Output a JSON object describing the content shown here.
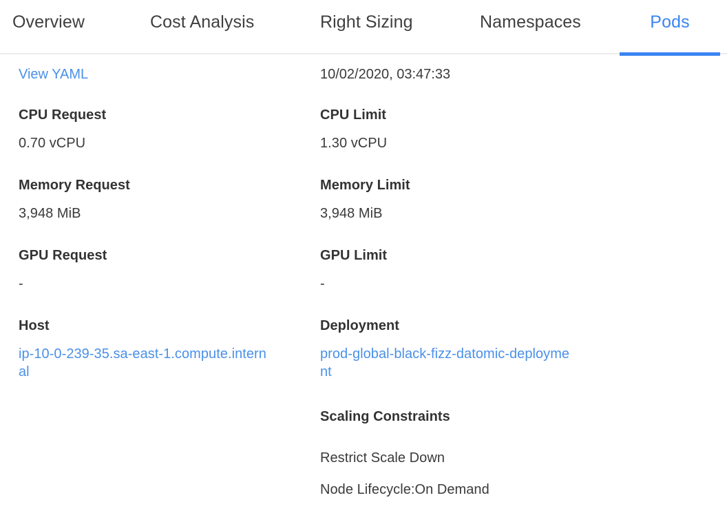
{
  "tabs": [
    {
      "label": "Overview",
      "active": false
    },
    {
      "label": "Cost Analysis",
      "active": false
    },
    {
      "label": "Right Sizing",
      "active": false
    },
    {
      "label": "Namespaces",
      "active": false
    },
    {
      "label": "Pods",
      "active": true
    }
  ],
  "colors": {
    "accent": "#3b84f2",
    "link": "#4a90e8",
    "text": "#3a3a3a",
    "label": "#333333",
    "divider": "#ececec",
    "background": "#ffffff"
  },
  "detail": {
    "view_yaml_label": "View YAML",
    "timestamp": "10/02/2020, 03:47:33",
    "cpu_request": {
      "label": "CPU Request",
      "value": "0.70 vCPU"
    },
    "cpu_limit": {
      "label": "CPU Limit",
      "value": "1.30 vCPU"
    },
    "memory_request": {
      "label": "Memory Request",
      "value": "3,948 MiB"
    },
    "memory_limit": {
      "label": "Memory Limit",
      "value": "3,948 MiB"
    },
    "gpu_request": {
      "label": "GPU Request",
      "value": "-"
    },
    "gpu_limit": {
      "label": "GPU Limit",
      "value": "-"
    },
    "host": {
      "label": "Host",
      "value": "ip-10-0-239-35.sa-east-1.compute.internal"
    },
    "deployment": {
      "label": "Deployment",
      "value": "prod-global-black-fizz-datomic-deployment"
    },
    "scaling_constraints": {
      "label": "Scaling Constraints",
      "items": [
        "Restrict Scale Down",
        "Node Lifecycle:On Demand"
      ]
    }
  }
}
